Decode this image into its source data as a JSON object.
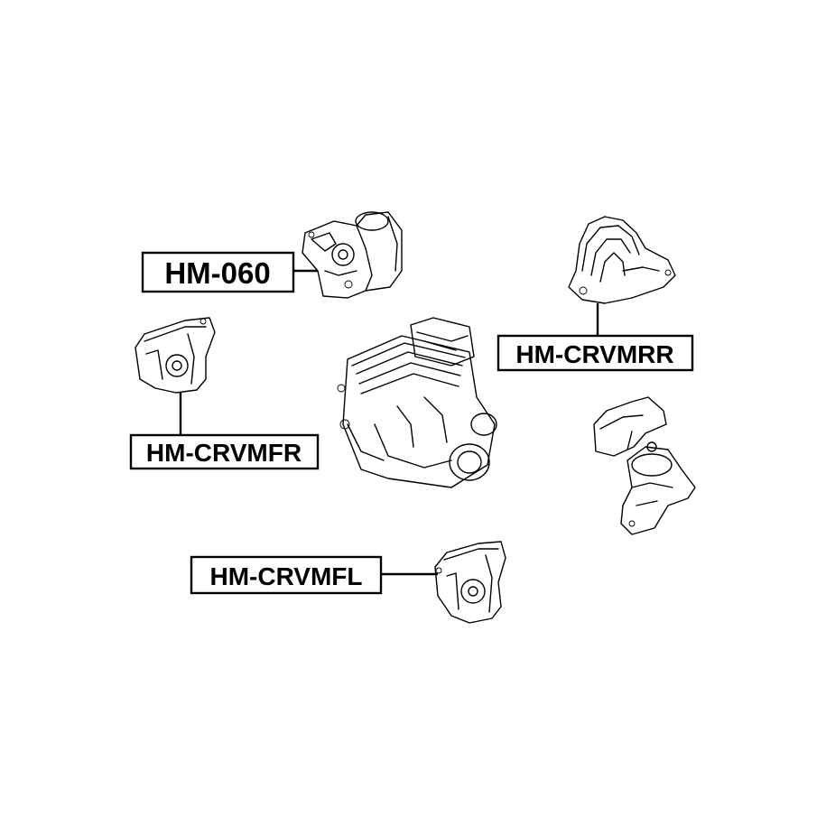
{
  "labels": {
    "hm060": "HM-060",
    "crvmrr": "HM-CRVMRR",
    "crvmfr": "HM-CRVMFR",
    "crvmfl": "HM-CRVMFL"
  },
  "colors": {
    "line": "#000000",
    "background": "#ffffff"
  }
}
